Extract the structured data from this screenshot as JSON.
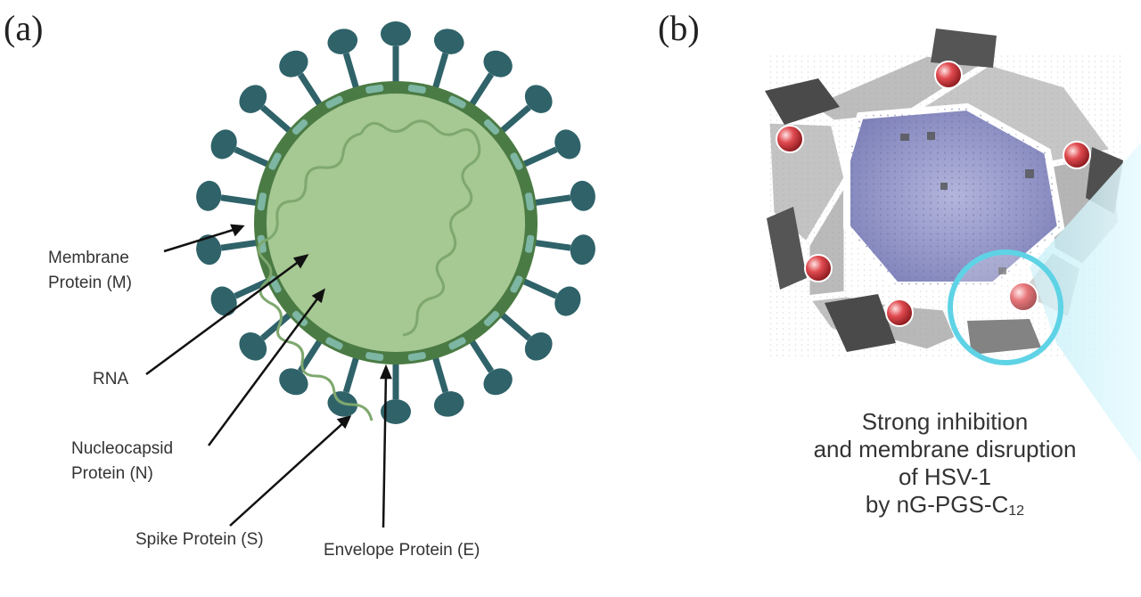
{
  "panels": {
    "a": {
      "label": "(a)"
    },
    "b": {
      "label": "(b)"
    }
  },
  "virus_labels": {
    "membrane_line1": "Membrane",
    "membrane_line2": "Protein (M)",
    "rna": "RNA",
    "nucleocapsid_line1": "Nucleocapsid",
    "nucleocapsid_line2": "Protein (N)",
    "spike": "Spike Protein (S)",
    "envelope": "Envelope Protein (E)"
  },
  "caption": {
    "line1": "Strong inhibition",
    "line2": "and membrane disruption",
    "line3": "of HSV-1",
    "line4_main": "by nG-PGS-C",
    "line4_sub": "12"
  },
  "colors": {
    "spike": "#2f6269",
    "envelope": "#4b7b44",
    "interior": "#a6c892",
    "rna": "#7ea86e",
    "membrane_protein": "#7eb6a4",
    "nanoparticle_gray": "#b8b8b8",
    "core_blue": "#8f92c4",
    "highlight_cyan": "#5fd3e6",
    "red_sphere": "#d8343a"
  },
  "icons": {
    "virus": "coronavirus-diagram",
    "nanostructure": "graphene-nanosheet-illustration"
  }
}
